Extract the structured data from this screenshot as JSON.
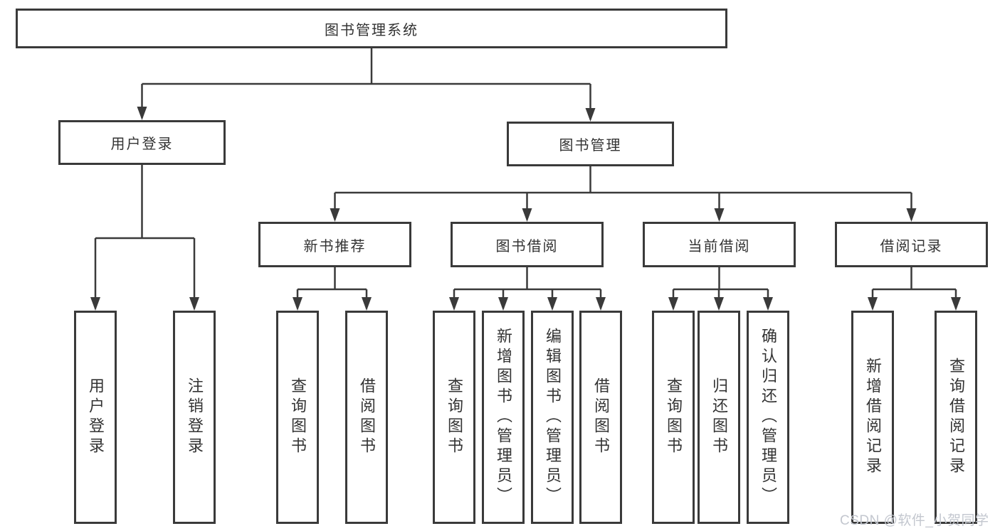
{
  "colors": {
    "line": "#3a3a3a",
    "border": "#3a3a3a",
    "text": "#333333",
    "background": "#ffffff",
    "watermark": "#c3c7cf"
  },
  "watermark": {
    "text": "CSDN @软件_小贺同学"
  },
  "diagram": {
    "type": "tree",
    "root": {
      "label": "图书管理系统"
    },
    "branches": [
      {
        "label": "用户登录",
        "leaves": [
          {
            "label": "用户登录"
          },
          {
            "label": "注销登录"
          }
        ]
      },
      {
        "label": "图书管理",
        "groups": [
          {
            "label": "新书推荐",
            "leaves": [
              {
                "label": "查询图书"
              },
              {
                "label": "借阅图书"
              }
            ]
          },
          {
            "label": "图书借阅",
            "leaves": [
              {
                "label": "查询图书"
              },
              {
                "label": "新增图书（管理员）"
              },
              {
                "label": "编辑图书（管理员）"
              },
              {
                "label": "借阅图书"
              }
            ]
          },
          {
            "label": "当前借阅",
            "leaves": [
              {
                "label": "查询图书"
              },
              {
                "label": "归还图书"
              },
              {
                "label": "确认归还（管理员）"
              }
            ]
          },
          {
            "label": "借阅记录",
            "leaves": [
              {
                "label": "新增借阅记录"
              },
              {
                "label": "查询借阅记录"
              }
            ]
          }
        ]
      }
    ]
  }
}
